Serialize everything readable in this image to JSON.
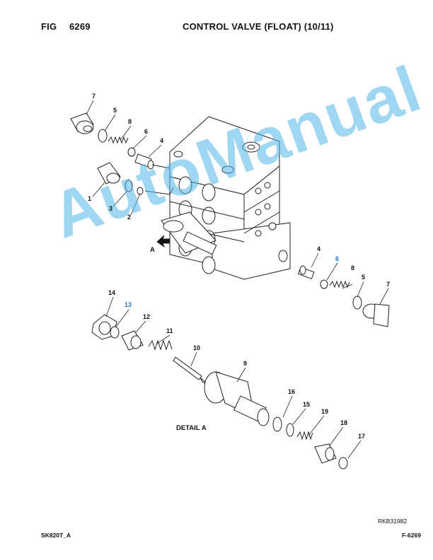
{
  "header": {
    "fig_label": "FIG",
    "fig_number": "6269",
    "title": "CONTROL VALVE (FLOAT) (10/11)"
  },
  "labels": {
    "detail": "DETAIL A",
    "view": "A",
    "ref_code": "RKB31982"
  },
  "footer": {
    "model": "SK820T_A",
    "page": "F-6269"
  },
  "watermark": "AutoManual",
  "callouts": [
    "7",
    "5",
    "8",
    "6",
    "4",
    "1",
    "3",
    "2",
    "4",
    "6",
    "8",
    "5",
    "7",
    "14",
    "13",
    "12",
    "11",
    "10",
    "9",
    "16",
    "15",
    "19",
    "18",
    "17"
  ],
  "colors": {
    "highlight_callout": "#1f7bd6",
    "watermark": "#50b4e6"
  }
}
